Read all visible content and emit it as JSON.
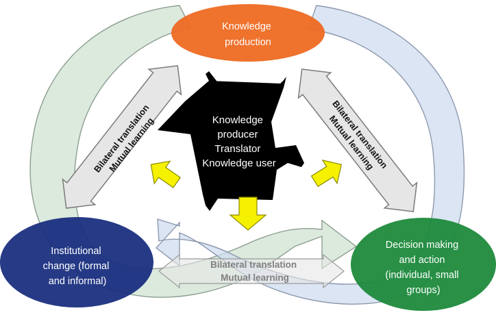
{
  "nodes": {
    "top": {
      "lines": [
        "Knowledge",
        "production"
      ],
      "color": "#ee6a22"
    },
    "left": {
      "lines": [
        "Institutional",
        "change (formal",
        "and informal)"
      ],
      "color": "#1a2f80"
    },
    "right": {
      "lines": [
        "Decision making",
        "and action",
        "(individual, small",
        "groups)"
      ],
      "color": "#1d8a3c"
    }
  },
  "center": {
    "lines": [
      "Knowledge",
      "producer",
      "Translator",
      "Knowledge user"
    ],
    "color": "#000000"
  },
  "translation_links": {
    "left": [
      "Bilateral translation",
      "Mutual learning"
    ],
    "right": [
      "Bilateral translation",
      "Mutual learning"
    ],
    "bottom": [
      "Bilateral translation",
      "Mutual learning"
    ]
  },
  "colors": {
    "flow_green": "#cfe3d2",
    "flow_blue": "#cfdcef",
    "flow_gray": "#e6e6e6",
    "pointer_yellow": "#f5f100"
  }
}
